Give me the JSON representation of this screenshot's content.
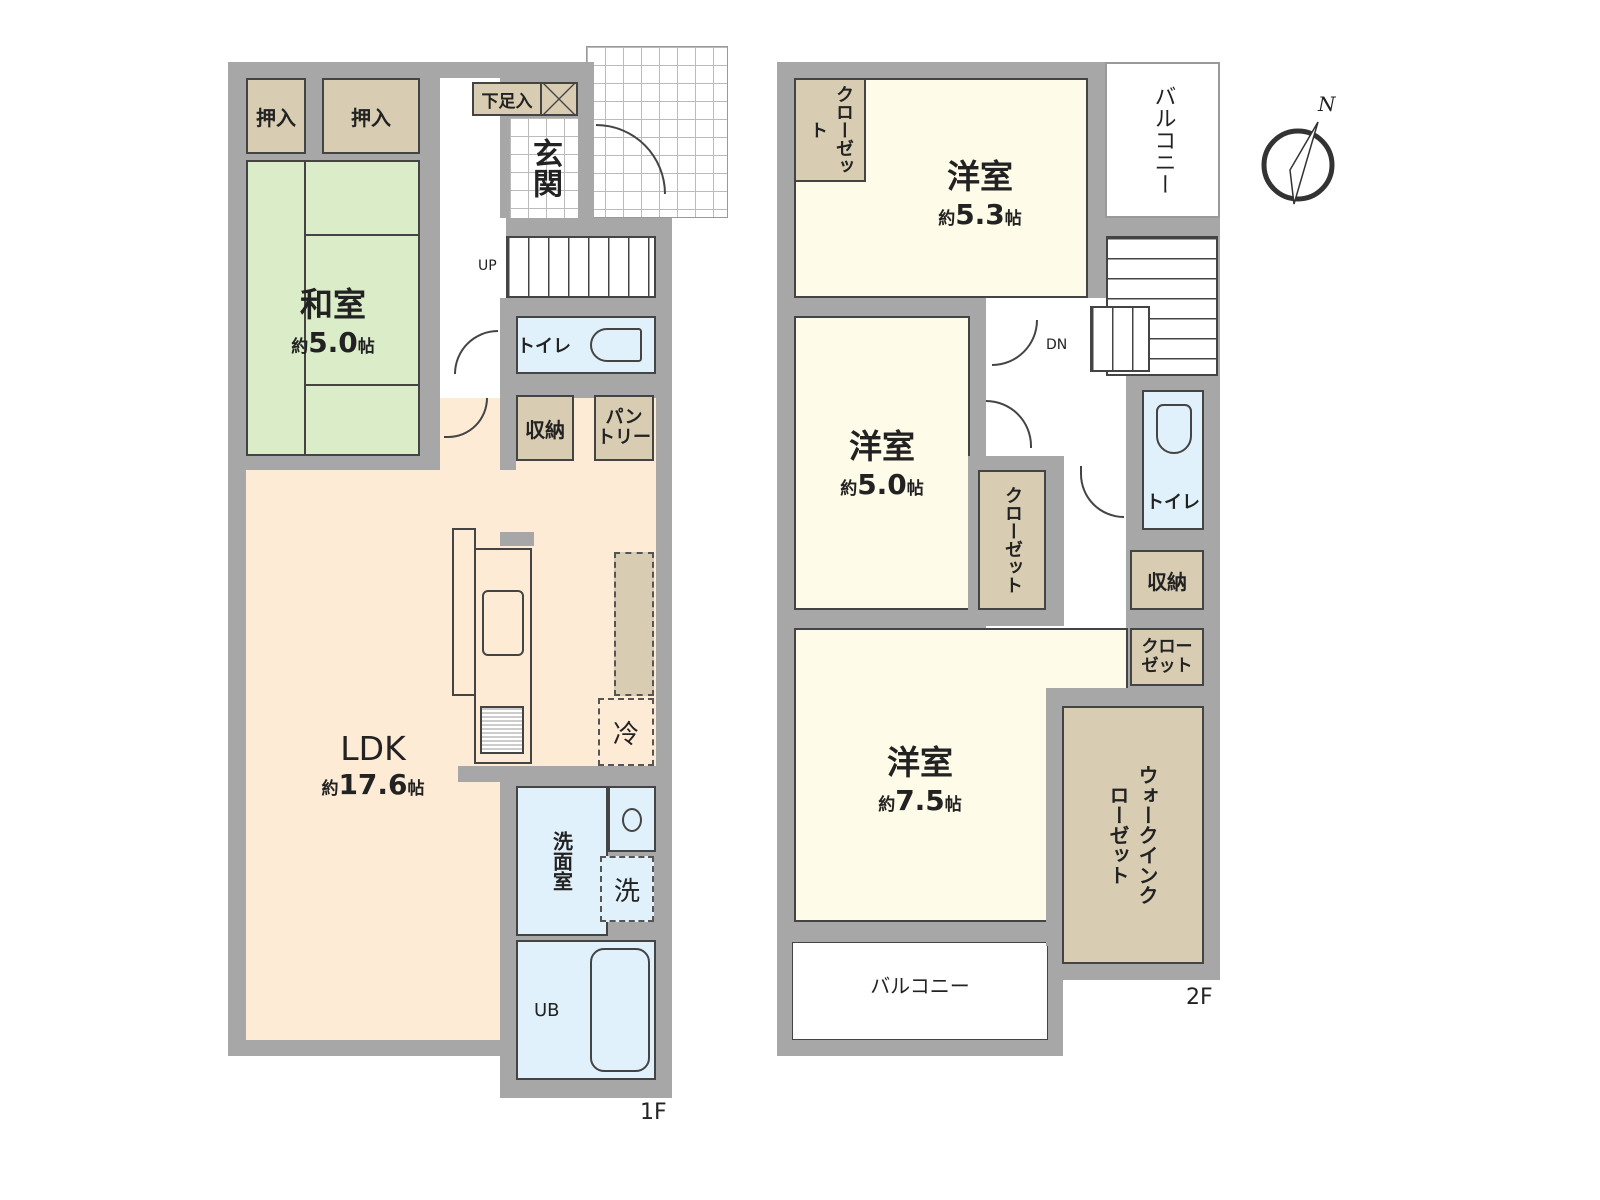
{
  "floor1": {
    "label": "1F",
    "closet_left": "押入",
    "closet_right": "押入",
    "japanese_room": {
      "name": "和室",
      "area_prefix": "約",
      "area_value": "5.0",
      "area_unit": "帖"
    },
    "shoe_storage": "下足入",
    "entrance": "玄関",
    "stairs_label": "UP",
    "toilet": "トイレ",
    "storage": "収納",
    "pantry_line1": "パン",
    "pantry_line2": "トリー",
    "ldk": {
      "name": "LDK",
      "area_prefix": "約",
      "area_value": "17.6",
      "area_unit": "帖"
    },
    "fridge": "冷",
    "washroom": "洗面室",
    "washer": "洗",
    "bath": "UB"
  },
  "floor2": {
    "label": "2F",
    "room1": {
      "name": "洋室",
      "area_prefix": "約",
      "area_value": "5.3",
      "area_unit": "帖",
      "closet": "クローゼット"
    },
    "room2": {
      "name": "洋室",
      "area_prefix": "約",
      "area_value": "5.0",
      "area_unit": "帖",
      "closet": "クローゼット"
    },
    "room3": {
      "name": "洋室",
      "area_prefix": "約",
      "area_value": "7.5",
      "area_unit": "帖"
    },
    "balcony_top": "バルコニー",
    "balcony_bottom": "バルコニー",
    "stairs_label": "DN",
    "toilet": "トイレ",
    "storage": "収納",
    "closet_small": "クローゼット",
    "walk_in_closet": "ウォークインクローゼット"
  },
  "compass": {
    "label": "N"
  },
  "colors": {
    "wall": "#a7a7a7",
    "tatami": "#dbecc9",
    "ldk": "#fdebd6",
    "storage": "#d8ccb2",
    "wet_area": "#e0f1fb",
    "western_room": "#fefbe8"
  }
}
